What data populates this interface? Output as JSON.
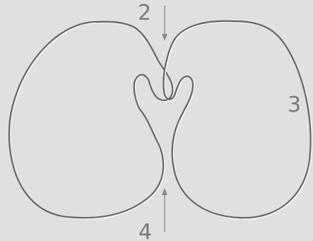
{
  "diagram": {
    "labels": {
      "top": "2",
      "right": "3",
      "bottom": "4"
    },
    "colors": {
      "background": "#e0e0e0",
      "outline": "#666666",
      "highlight": "#f7f7f7",
      "label": "#7a7a7a",
      "arrow": "#8a8a8a"
    }
  }
}
